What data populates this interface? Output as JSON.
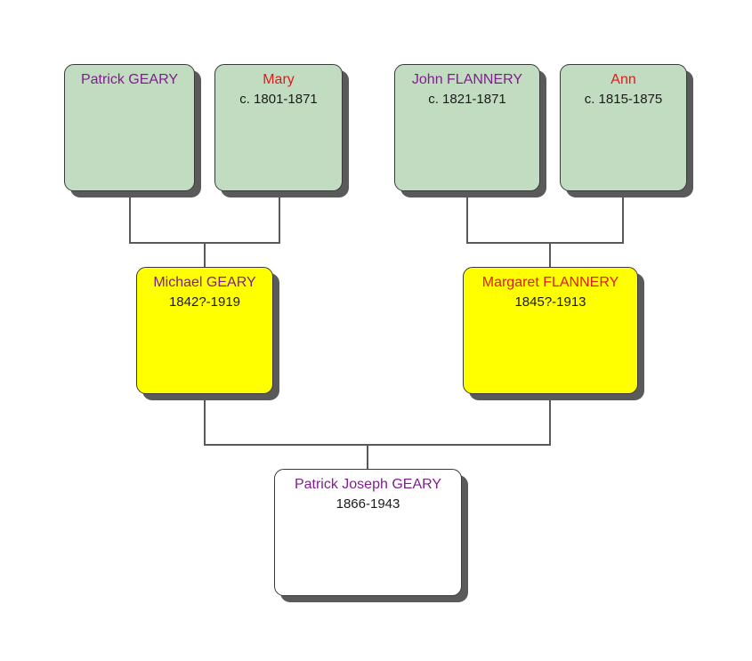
{
  "colors": {
    "male_name": "#7f1f8c",
    "female_name": "#e01b1b",
    "grandparent_fill": "#c2dcc1",
    "parent_fill": "#ffff00",
    "subject_fill": "#ffffff",
    "connector": "#595959"
  },
  "tree": {
    "grandparents": [
      {
        "name": "Patrick GEARY",
        "dates": "",
        "sex": "male"
      },
      {
        "name": "Mary",
        "dates": "c. 1801-1871",
        "sex": "female"
      },
      {
        "name": "John FLANNERY",
        "dates": "c. 1821-1871",
        "sex": "male"
      },
      {
        "name": "Ann",
        "dates": "c. 1815-1875",
        "sex": "female"
      }
    ],
    "parents": [
      {
        "name": "Michael GEARY",
        "dates": "1842?-1919",
        "sex": "male"
      },
      {
        "name": "Margaret FLANNERY",
        "dates": "1845?-1913",
        "sex": "female"
      }
    ],
    "subject": {
      "name": "Patrick Joseph GEARY",
      "dates": "1866-1943",
      "sex": "male"
    }
  }
}
